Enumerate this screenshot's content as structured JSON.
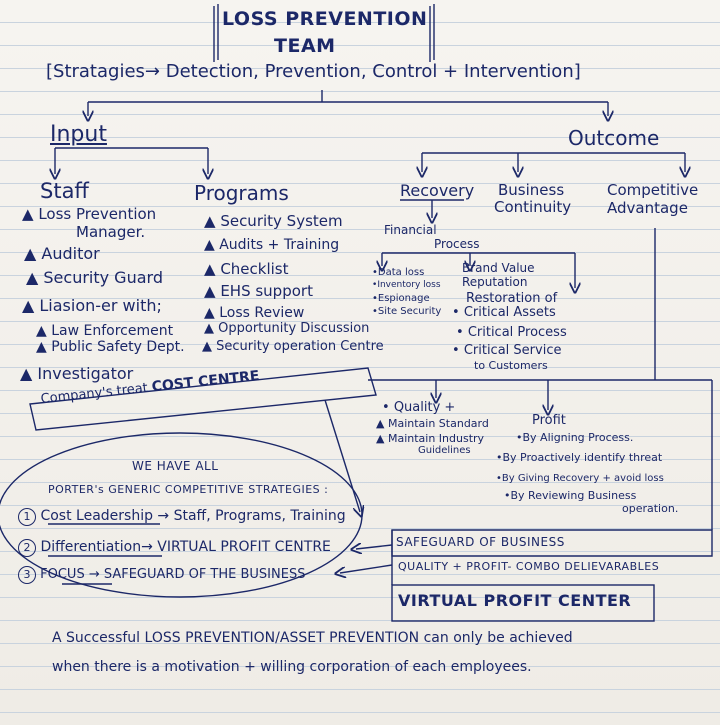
{
  "title": {
    "line1": "LOSS PREVENTION",
    "line2": "TEAM"
  },
  "strategies": "[Stratagies→ Detection, Prevention, Control + Intervention]",
  "input": {
    "label": "Input",
    "staff": {
      "heading": "Staff",
      "items": [
        "Loss Prevention",
        "Manager.",
        "Auditor",
        "Security Guard",
        "Liasion-er with;",
        "Law Enforcement",
        "Public Safety Dept.",
        "Investigator"
      ]
    },
    "programs": {
      "heading": "Programs",
      "items": [
        "Security System",
        "Audits + Training",
        "Checklist",
        "EHS support",
        "Loss Review",
        "Opportunity Discussion",
        "Security operation Centre"
      ]
    }
  },
  "outcome": {
    "label": "Outcome",
    "recovery": {
      "heading": "Recovery",
      "financial_line1": "Financial",
      "financial_line2": "Process",
      "items": [
        "Data loss",
        "Inventory loss",
        "Espionage",
        "Site Security"
      ]
    },
    "business": {
      "heading_line1": "Business",
      "heading_line2": "Continuity",
      "items": [
        "Brand Value",
        "Reputation",
        "Restoration of",
        "Critical Assets",
        "Critical Process",
        "Critical Service",
        "to Customers"
      ]
    },
    "competitive": {
      "heading_line1": "Competitive",
      "heading_line2": "Advantage"
    },
    "quality": {
      "heading": "Quality +",
      "items": [
        "Maintain Standard",
        "Maintain Industry",
        "Guidelines"
      ]
    },
    "profit": {
      "heading": "Profit",
      "items": [
        "By Aligning Process.",
        "By Proactively identify threat",
        "By Giving Recovery + avoid loss",
        "By Reviewing Business",
        "operation."
      ]
    }
  },
  "cost_centre": {
    "part1": "Company's treat",
    "part2": "COST CENTRE"
  },
  "porter": {
    "line1": "WE   HAVE ALL",
    "line2": "PORTER's GENERIC COMPETITIVE STRATEGIES :",
    "items": [
      {
        "num": "1",
        "text": "Cost Leadership → Staff, Programs, Training"
      },
      {
        "num": "2",
        "text": "Differentiation→ VIRTUAL PROFIT CENTRE"
      },
      {
        "num": "3",
        "text": "FOCUS → SAFEGUARD OF THE BUSINESS"
      }
    ]
  },
  "safeguard": {
    "line1": "SAFEGUARD OF BUSINESS",
    "line2": "QUALITY + PROFIT- COMBO DELIEVARABLES"
  },
  "virtual_profit_center": "VIRTUAL PROFIT CENTER",
  "conclusion": {
    "line1": "A Successful LOSS PREVENTION/ASSET PREVENTION can only be achieved",
    "line2": "when there is a motivation + willing corporation of each employees."
  },
  "colors": {
    "ink": "#1c2868",
    "paper": "#f4f2ee",
    "rule": "#c9d3de"
  }
}
